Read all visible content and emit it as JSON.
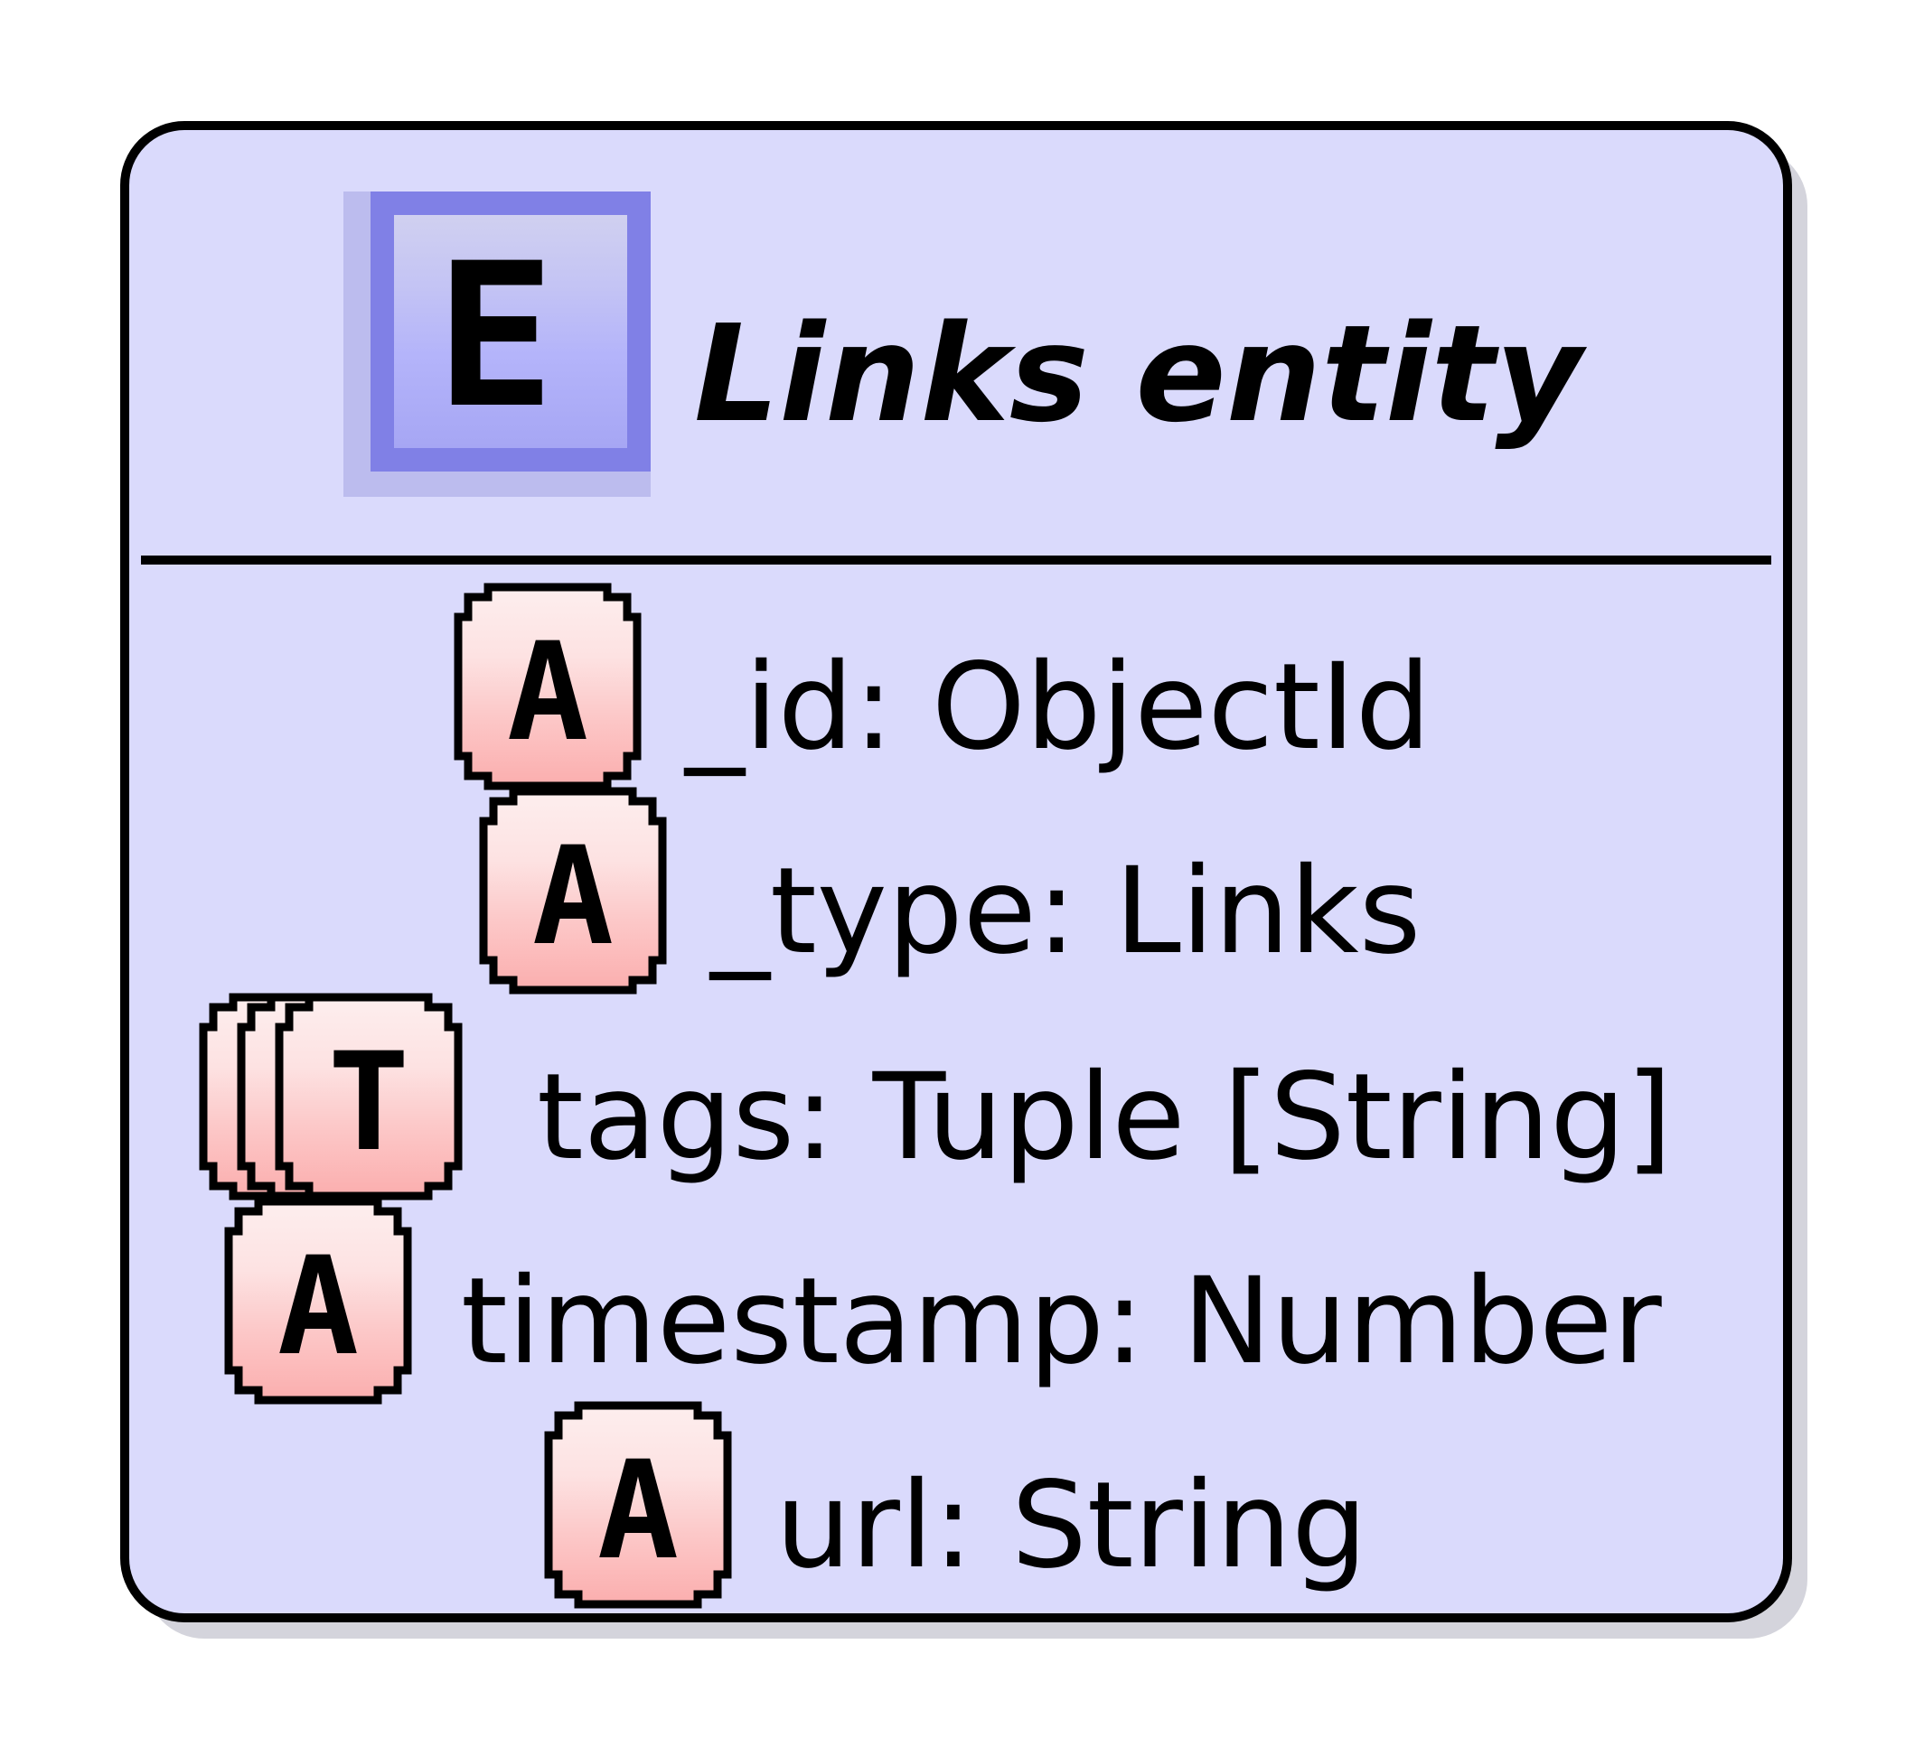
{
  "entity": {
    "stereotype_glyph": "E",
    "title": "Links entity"
  },
  "attributes": [
    {
      "badge": "A",
      "badge_count": 1,
      "label": "_id: ObjectId"
    },
    {
      "badge": "A",
      "badge_count": 1,
      "label": "_type: Links"
    },
    {
      "badge": "T",
      "badge_count": 3,
      "label": "tags: Tuple [String]"
    },
    {
      "badge": "A",
      "badge_count": 1,
      "label": "timestamp: Number"
    },
    {
      "badge": "A",
      "badge_count": 1,
      "label": "url: String"
    }
  ],
  "colors": {
    "box_fill": "#dadafc",
    "box_stroke": "#000000",
    "shadow": "#d4d4dc",
    "entity_icon_border": "#8080e6",
    "entity_icon_fill": "#b4b4fa",
    "badge_fill_top": "#fde4e4",
    "badge_fill_bottom": "#fcb4b4"
  }
}
